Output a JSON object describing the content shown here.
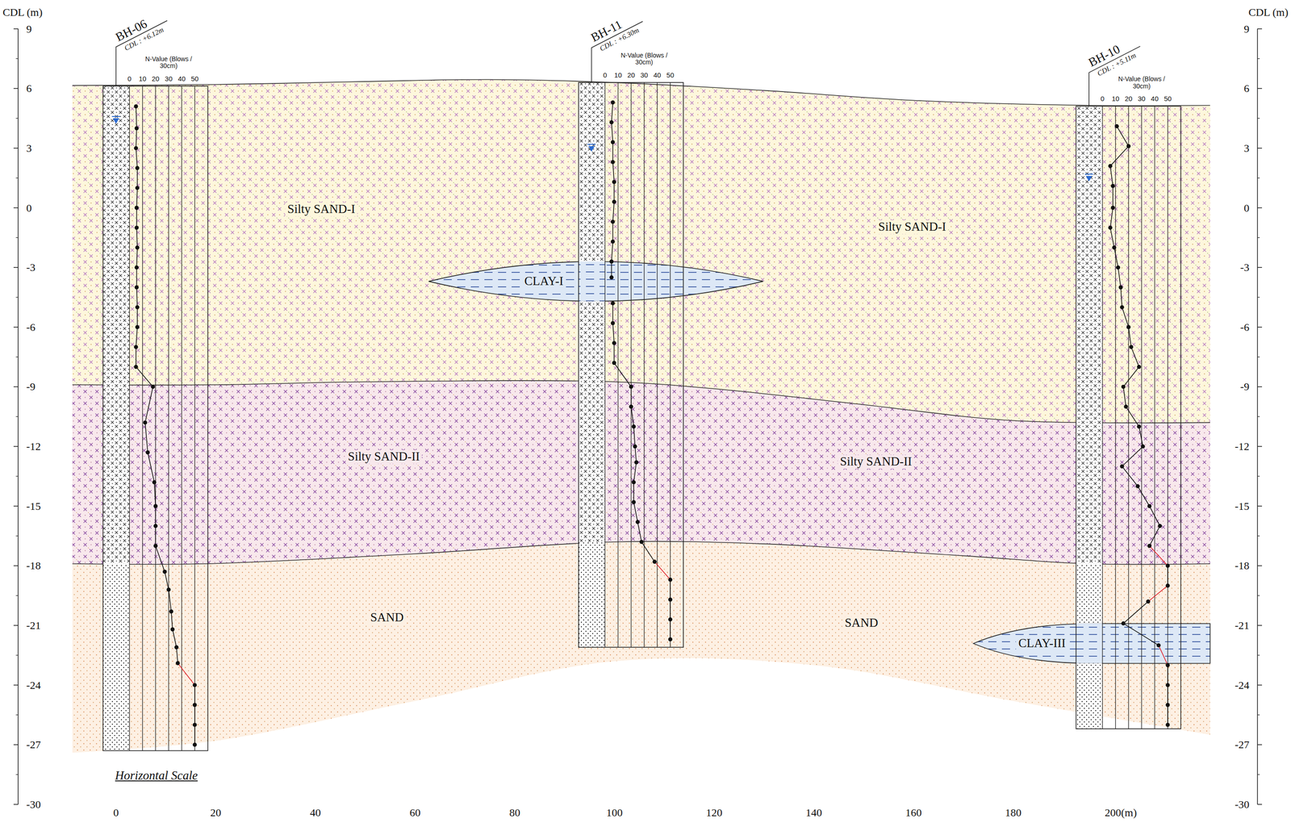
{
  "diagram": {
    "nodes": [
      {
        "text": [
          "CLAY-I"
        ]
      },
      {
        "text": [
          "CLAY-III"
        ]
      }
    ],
    "labels": [
      "CDL (m)",
      "CDL (m)",
      "9",
      "6",
      "3",
      "0",
      "-3",
      "-6",
      "-9",
      "-12",
      "-15",
      "-18",
      "-21",
      "-24",
      "-27",
      "-30",
      "9",
      "6",
      "3",
      "0",
      "-3",
      "-6",
      "-9",
      "-12",
      "-15",
      "-18",
      "-21",
      "-24",
      "-27",
      "-30",
      "BH-06",
      "CDL : +6.12m",
      "N-Value (Blows / 30cm)",
      "0",
      "10",
      "20",
      "30",
      "40",
      "50",
      "BH-11",
      "CDL : +6.30m",
      "N-Value (Blows / 30cm)",
      "0",
      "10",
      "20",
      "30",
      "40",
      "50",
      "BH-10",
      "CDL : +5.11m",
      "N-Value (Blows / 30cm)",
      "0",
      "10",
      "20",
      "30",
      "40",
      "50",
      "Silty SAND-I",
      "Silty SAND-I",
      "Silty SAND-II",
      "Silty SAND-II",
      "SAND",
      "SAND",
      "Horizontal Scale",
      "0",
      "20",
      "40",
      "60",
      "80",
      "100",
      "120",
      "140",
      "160",
      "180",
      "200(m)"
    ]
  }
}
